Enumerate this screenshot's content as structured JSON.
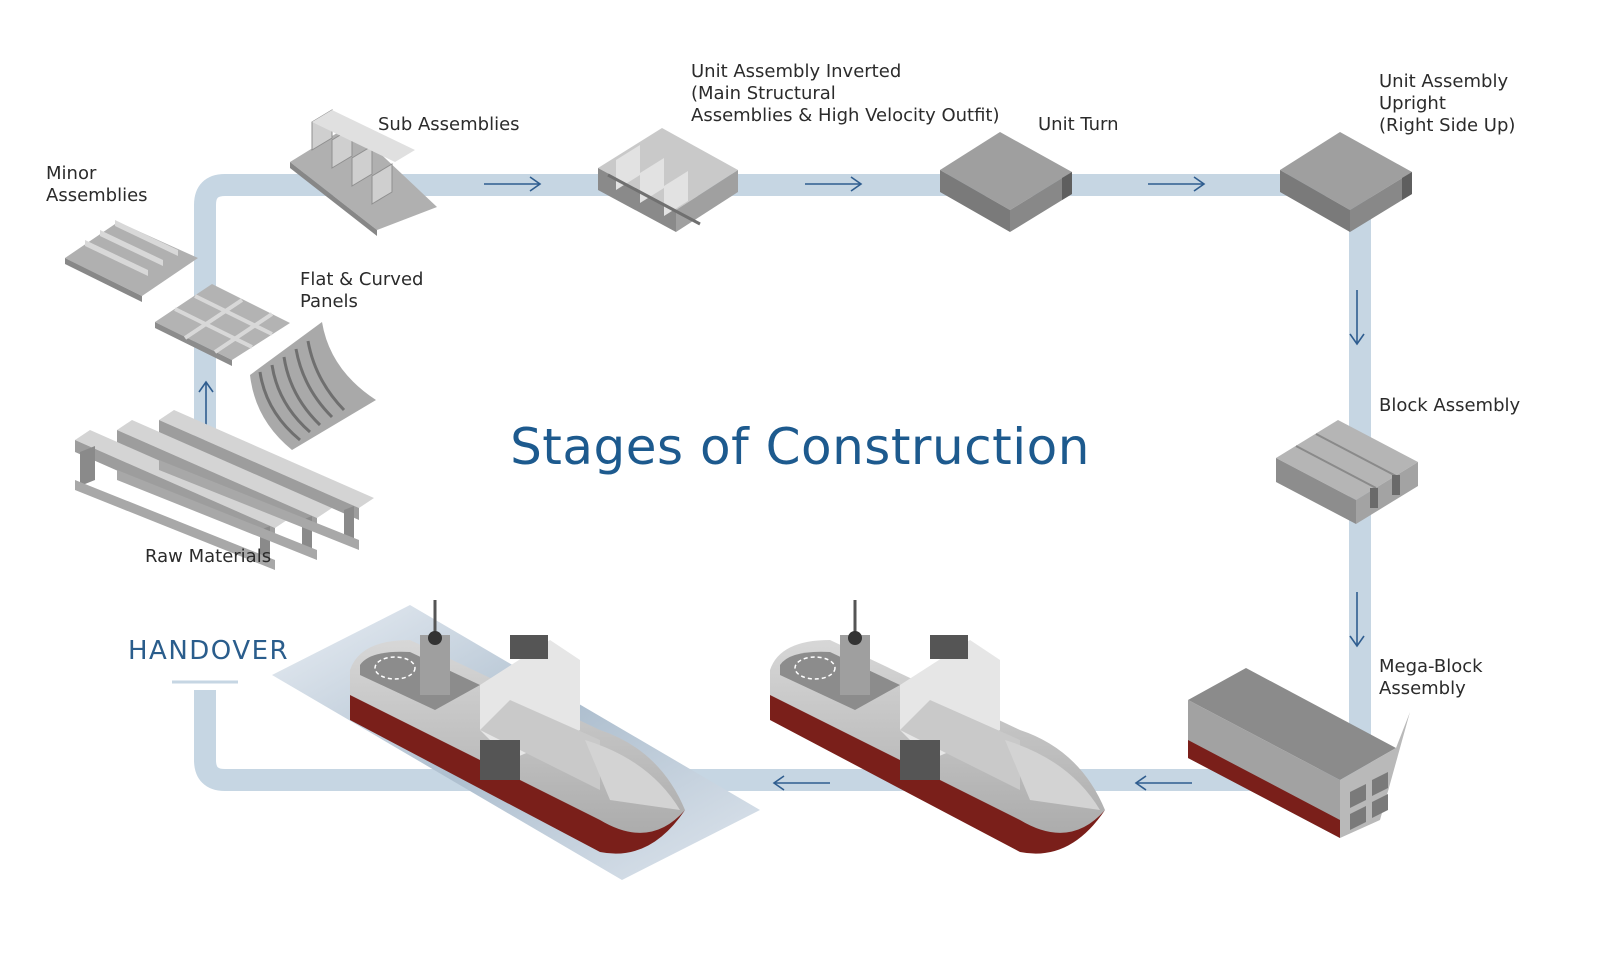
{
  "title": "Stages of Construction",
  "handover": "HANDOVER",
  "stages": [
    {
      "label": "Raw Materials"
    },
    {
      "label": "Flat & Curved\nPanels"
    },
    {
      "label": "Minor\nAssemblies"
    },
    {
      "label": "Sub Assemblies"
    },
    {
      "label": "Unit Assembly Inverted\n(Main Structural\nAssemblies & High Velocity Outfit)"
    },
    {
      "label": "Unit Turn"
    },
    {
      "label": "Unit Assembly\nUpright\n(Right Side Up)"
    },
    {
      "label": "Block Assembly"
    },
    {
      "label": "Mega-Block\nAssembly"
    }
  ],
  "colors": {
    "track": "#c6d6e3",
    "arrow": "#2f5d8f",
    "title": "#1d5a8e",
    "steel_light": "#b9b9b9",
    "steel_mid": "#9a9a9a",
    "steel_dark": "#6e6e6e",
    "hull_red": "#7a1f1a"
  },
  "icons": [
    "i-beam-stack-icon",
    "curved-panel-icon",
    "flat-panel-icon",
    "minor-assembly-icon",
    "sub-assembly-icon",
    "inverted-unit-icon",
    "unit-turn-icon",
    "upright-unit-icon",
    "block-icon",
    "mega-block-icon",
    "ship-icon"
  ]
}
